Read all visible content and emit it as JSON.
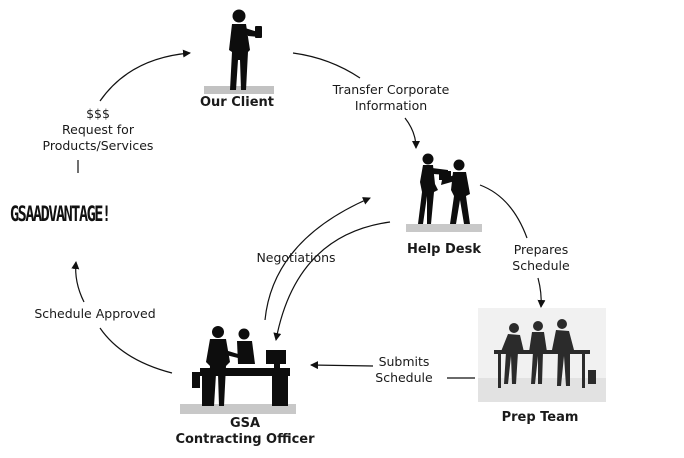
{
  "logo": "GSAADVANTAGE!",
  "nodes": {
    "client": "Our Client",
    "help_desk": "Help Desk",
    "prep_team": "Prep Team",
    "officer_line1": "GSA",
    "officer_line2": "Contracting Officer"
  },
  "edges": {
    "transfer_line1": "Transfer Corporate",
    "transfer_line2": "Information",
    "prepares_line1": "Prepares",
    "prepares_line2": "Schedule",
    "submits_line1": "Submits",
    "submits_line2": "Schedule",
    "negotiations": "Negotiations",
    "approved": "Schedule Approved",
    "request_line1": "$$$",
    "request_line2": "Request for",
    "request_line3": "Products/Services"
  },
  "colors": {
    "ink": "#1a1a1a",
    "silhouette": "#0d0d0d",
    "floor_shadow": "#9a9a9a"
  }
}
